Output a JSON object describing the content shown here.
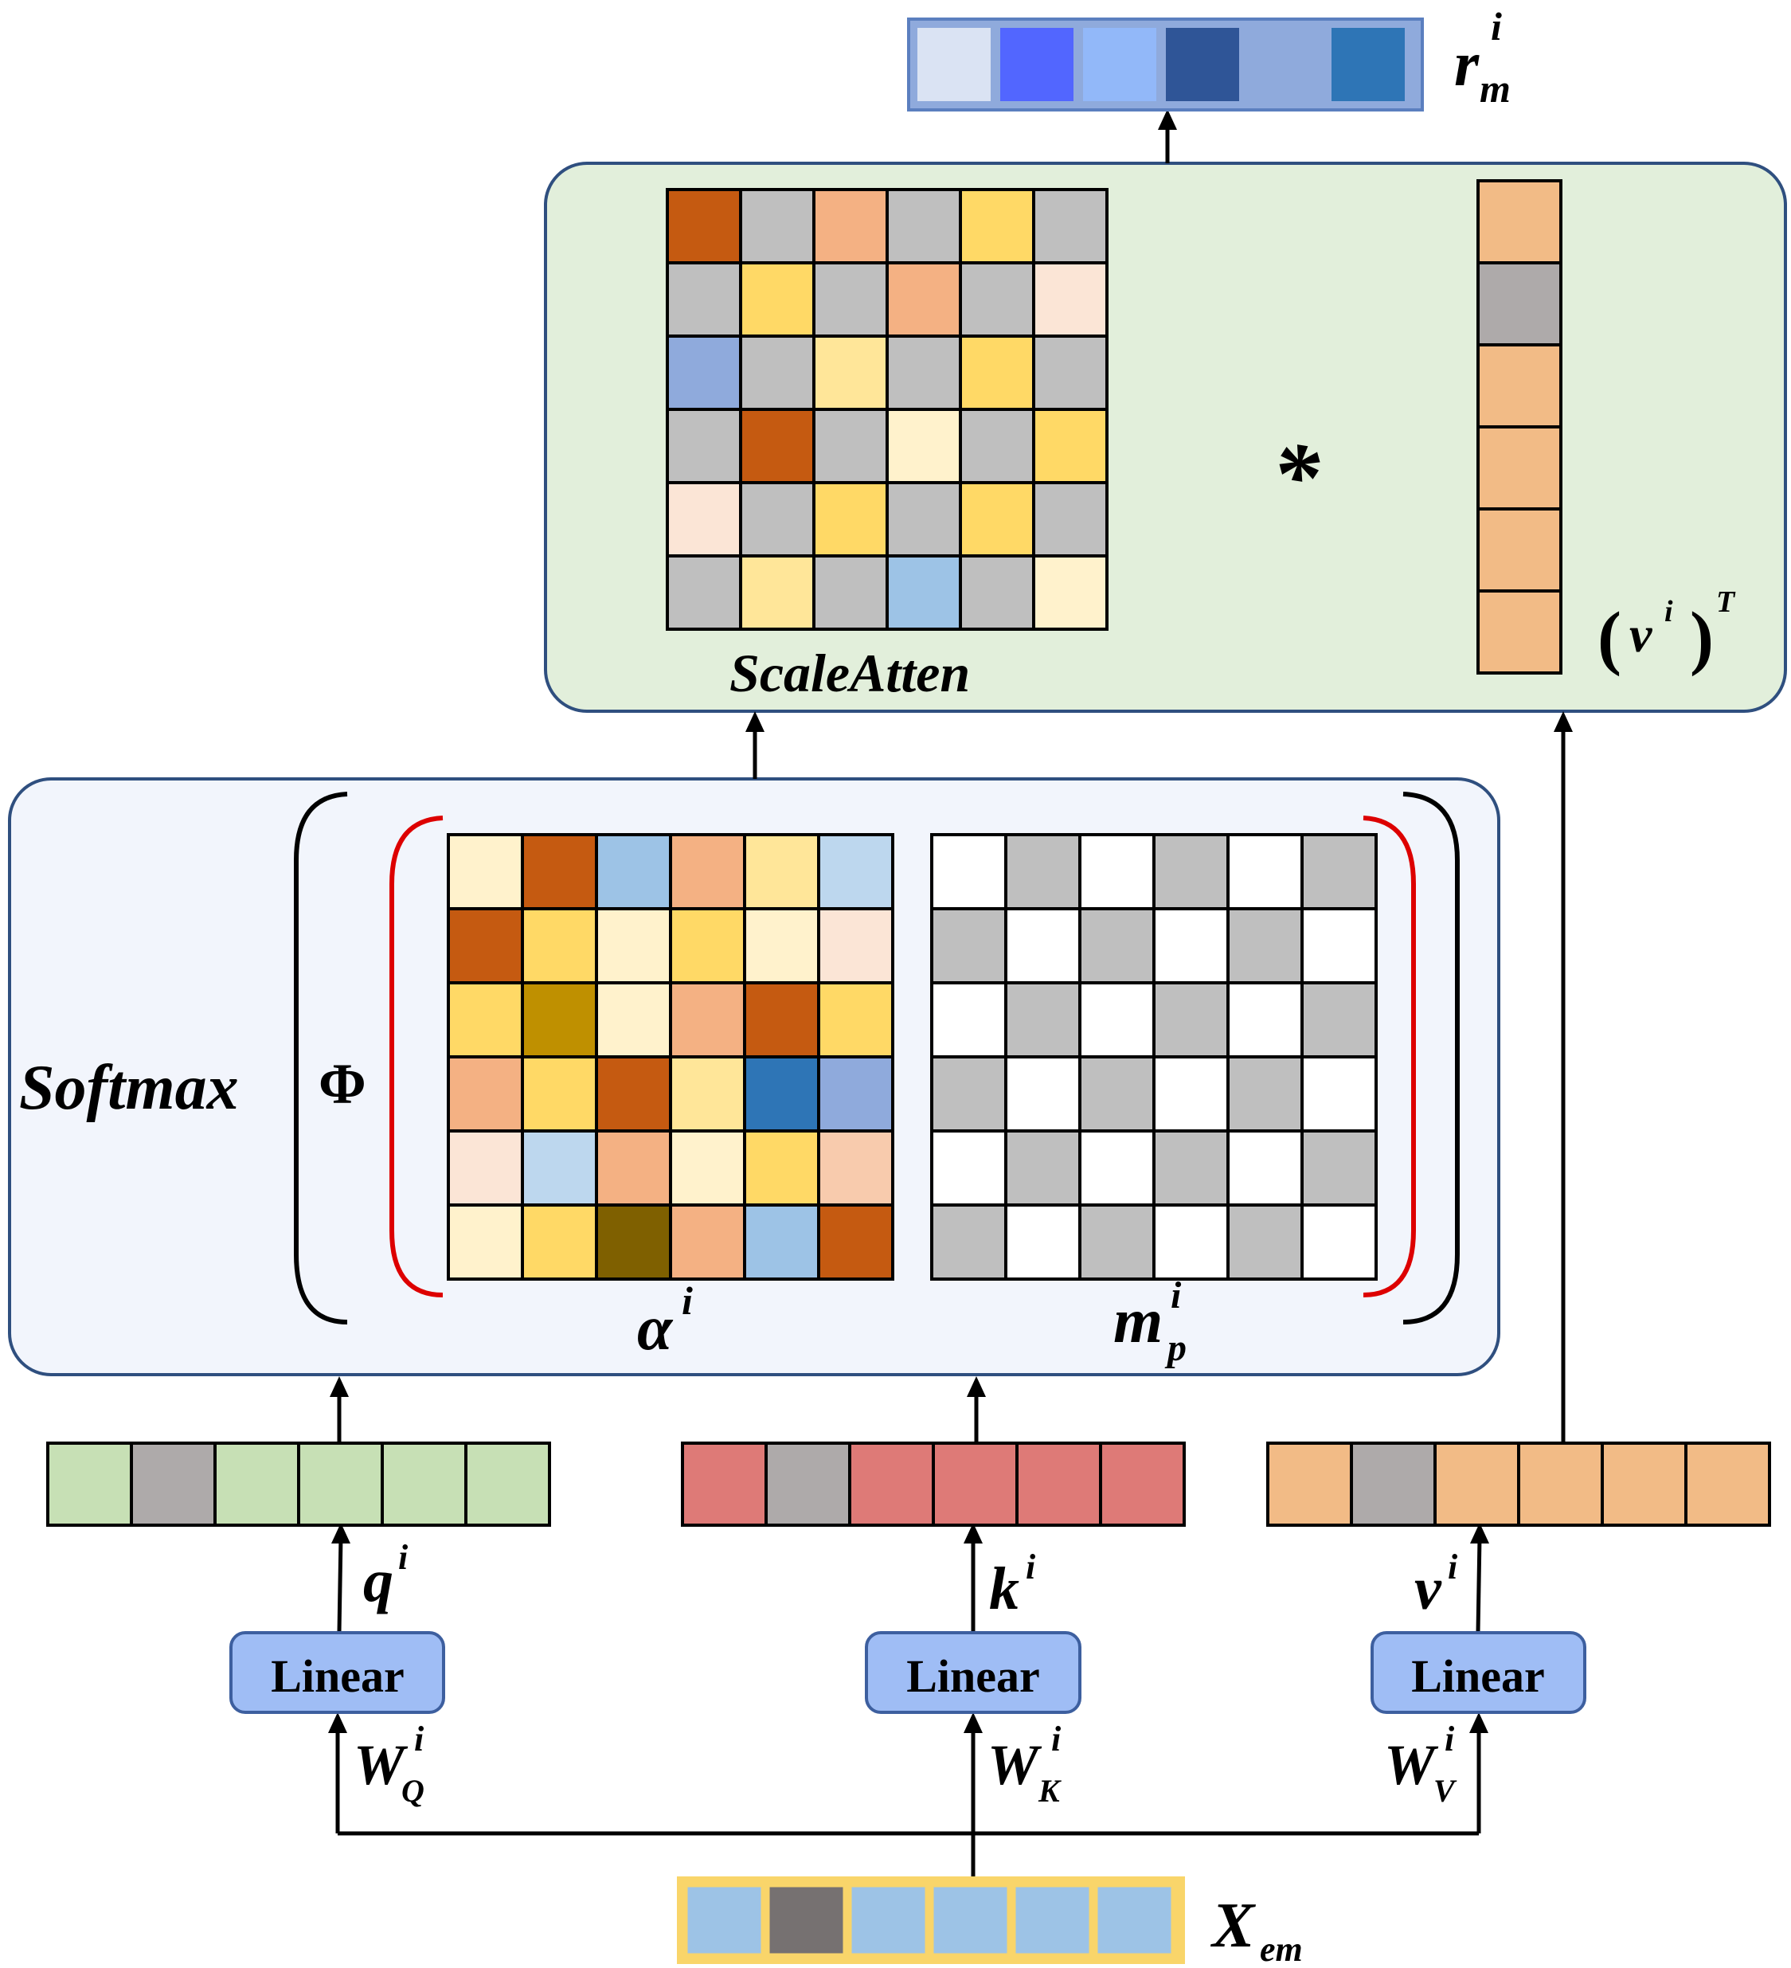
{
  "colors": {
    "scale_panel_bg": "#e2efdb",
    "scale_panel_border": "#2f4f7f",
    "softmax_panel_bg": "#f2f5fc",
    "softmax_panel_border": "#2f4f7f",
    "linear_bg": "#9fbdf5",
    "linear_border": "#3d5f9f",
    "phi_bracket": "#dd0000",
    "outer_bracket": "#000000",
    "q_cell": "#c7e0b5",
    "k_cell": "#de7a77",
    "v_cell": "#f2bb86",
    "x_cell": "#9dc3e6",
    "x_border": "#f9d56a",
    "padding_cell": "#aeaaaa",
    "x_padding_cell": "#767171",
    "mask_gray": "#bfbfbf",
    "mask_white": "#ffffff"
  },
  "labels": {
    "output": "r",
    "output_sub": "m",
    "output_sup": "i",
    "scale_atten": "ScaleAtten",
    "multiply": "*",
    "vt_base": "v",
    "vt_sup": "i",
    "vt_transpose": "T",
    "vt_open": "(",
    "vt_close": ")",
    "softmax": "Softmax",
    "phi": "Φ",
    "alpha_base": "α",
    "alpha_sup": "i",
    "mask_base": "m",
    "mask_sub": "p",
    "mask_sup": "i",
    "q_base": "q",
    "q_sup": "i",
    "k_base": "k",
    "k_sup": "i",
    "v_base": "v",
    "v_sup": "i",
    "linear_q": "Linear",
    "linear_k": "Linear",
    "linear_v": "Linear",
    "wq_base": "W",
    "wq_sub": "Q",
    "wq_sup": "i",
    "wk_base": "W",
    "wk_sub": "K",
    "wk_sup": "i",
    "wv_base": "W",
    "wv_sub": "V",
    "wv_sup": "i",
    "x_base": "X",
    "x_sub": "em"
  },
  "vectors": {
    "r": [
      "#dae3f3",
      "#5266ff",
      "#92b8f9",
      "#2f5597",
      "#8faadc",
      "#2e75b6"
    ],
    "q": [
      "#c7e0b5",
      "#aeaaaa",
      "#c7e0b5",
      "#c7e0b5",
      "#c7e0b5",
      "#c7e0b5"
    ],
    "k": [
      "#de7a77",
      "#aeaaaa",
      "#de7a77",
      "#de7a77",
      "#de7a77",
      "#de7a77"
    ],
    "v": [
      "#f2bb86",
      "#aeaaaa",
      "#f2bb86",
      "#f2bb86",
      "#f2bb86",
      "#f2bb86"
    ],
    "x": [
      "#9dc3e6",
      "#767171",
      "#9dc3e6",
      "#9dc3e6",
      "#9dc3e6",
      "#9dc3e6"
    ],
    "vt": [
      "#f2bb86",
      "#aeaaaa",
      "#f2bb86",
      "#f2bb86",
      "#f2bb86",
      "#f2bb86"
    ]
  },
  "matrices": {
    "scale_atten": [
      [
        "#c55a11",
        "#bfbfbf",
        "#f4b183",
        "#bfbfbf",
        "#ffd966",
        "#bfbfbf"
      ],
      [
        "#bfbfbf",
        "#ffd966",
        "#bfbfbf",
        "#f4b183",
        "#bfbfbf",
        "#fbe5d6"
      ],
      [
        "#8faadc",
        "#bfbfbf",
        "#ffe699",
        "#bfbfbf",
        "#ffd966",
        "#bfbfbf"
      ],
      [
        "#bfbfbf",
        "#c55a11",
        "#bfbfbf",
        "#fff2cc",
        "#bfbfbf",
        "#ffd966"
      ],
      [
        "#fbe5d6",
        "#bfbfbf",
        "#ffd966",
        "#bfbfbf",
        "#ffd966",
        "#bfbfbf"
      ],
      [
        "#bfbfbf",
        "#ffe699",
        "#bfbfbf",
        "#9dc3e6",
        "#bfbfbf",
        "#fff2cc"
      ]
    ],
    "alpha": [
      [
        "#fff2cc",
        "#c55a11",
        "#9dc3e6",
        "#f4b183",
        "#ffe699",
        "#bdd7ee"
      ],
      [
        "#c55a11",
        "#ffd966",
        "#fff2cc",
        "#ffd966",
        "#fff2cc",
        "#fbe5d6"
      ],
      [
        "#ffd966",
        "#bf9000",
        "#fff2cc",
        "#f4b183",
        "#c55a11",
        "#ffd966"
      ],
      [
        "#f4b183",
        "#ffd966",
        "#c55a11",
        "#ffe699",
        "#2e75b6",
        "#8faadc"
      ],
      [
        "#fbe5d6",
        "#bdd7ee",
        "#f4b183",
        "#fff2cc",
        "#ffd966",
        "#f8cbad"
      ],
      [
        "#fff2cc",
        "#ffd966",
        "#7f6000",
        "#f4b183",
        "#9dc3e6",
        "#c55a11"
      ]
    ],
    "mask": [
      [
        "#ffffff",
        "#bfbfbf",
        "#ffffff",
        "#bfbfbf",
        "#ffffff",
        "#bfbfbf"
      ],
      [
        "#bfbfbf",
        "#ffffff",
        "#bfbfbf",
        "#ffffff",
        "#bfbfbf",
        "#ffffff"
      ],
      [
        "#ffffff",
        "#bfbfbf",
        "#ffffff",
        "#bfbfbf",
        "#ffffff",
        "#bfbfbf"
      ],
      [
        "#bfbfbf",
        "#ffffff",
        "#bfbfbf",
        "#ffffff",
        "#bfbfbf",
        "#ffffff"
      ],
      [
        "#ffffff",
        "#bfbfbf",
        "#ffffff",
        "#bfbfbf",
        "#ffffff",
        "#bfbfbf"
      ],
      [
        "#bfbfbf",
        "#ffffff",
        "#bfbfbf",
        "#ffffff",
        "#bfbfbf",
        "#ffffff"
      ]
    ]
  }
}
